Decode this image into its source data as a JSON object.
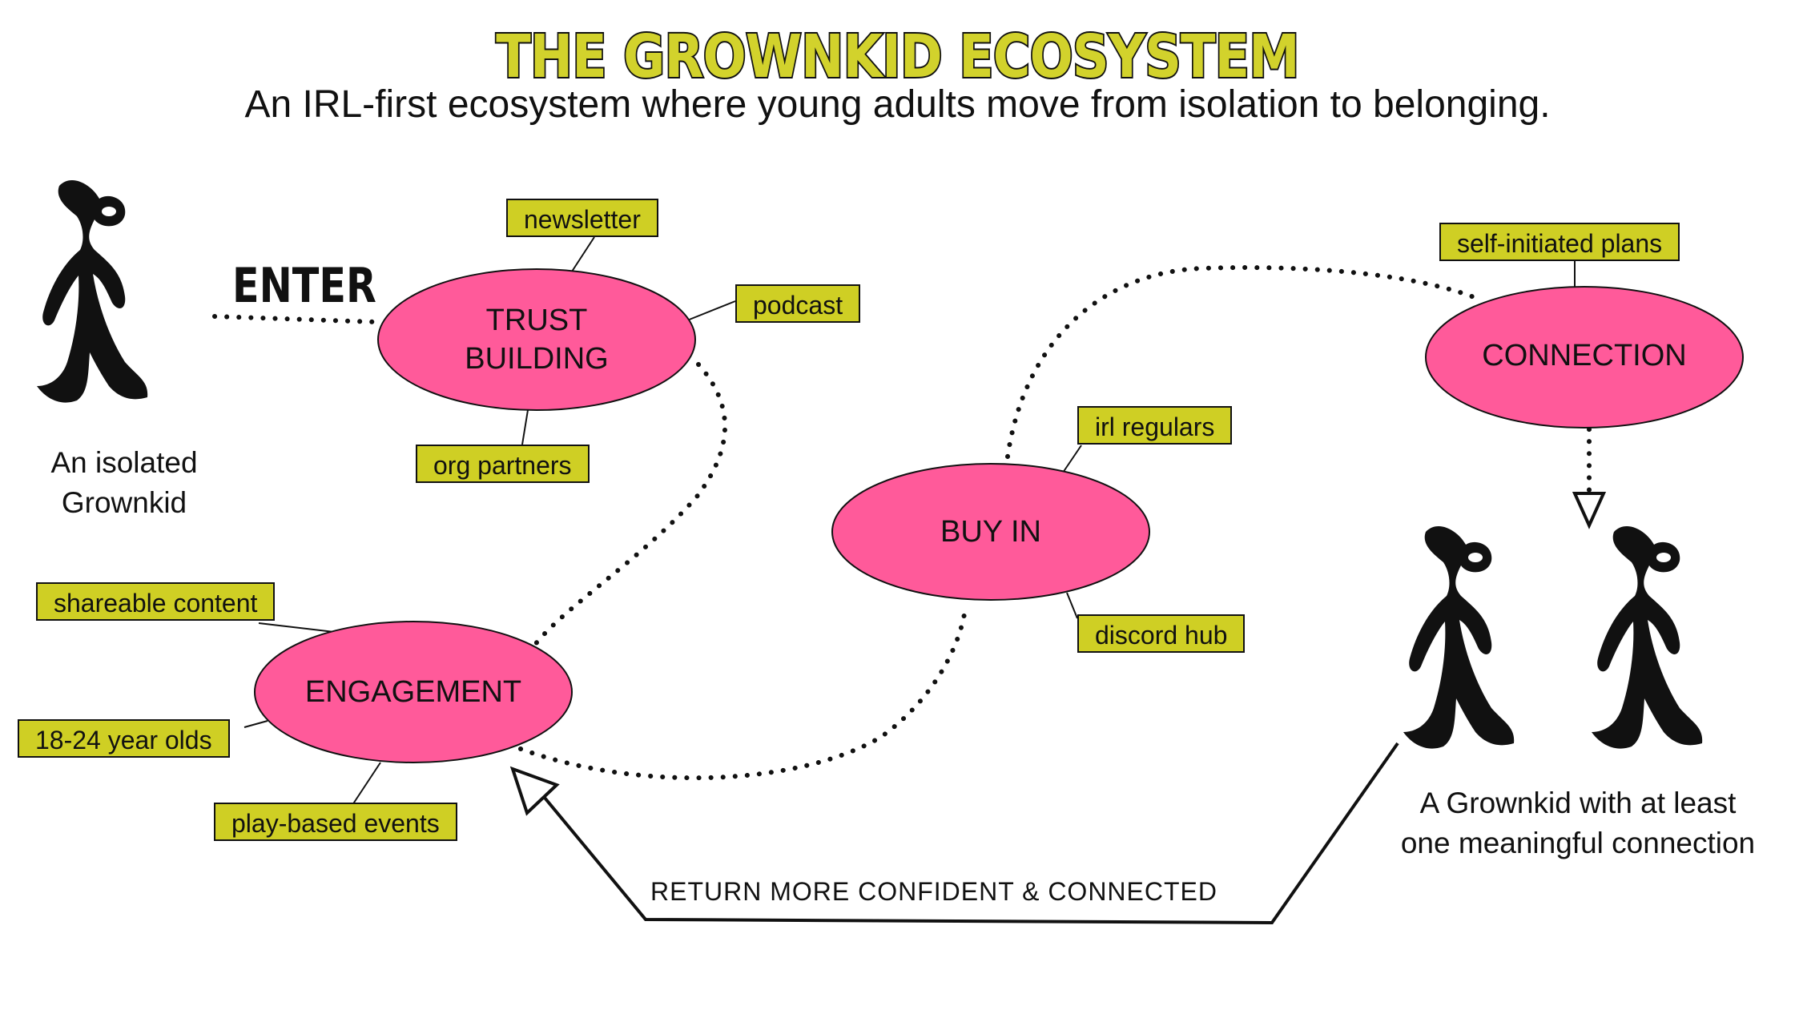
{
  "title": "THE GROWNKID ECOSYSTEM",
  "subtitle": "An IRL-first ecosystem where young adults move from isolation to belonging.",
  "enter_label": "ENTER",
  "start_caption": [
    "An isolated",
    "Grownkid"
  ],
  "end_caption": [
    "A Grownkid with at least",
    "one meaningful connection"
  ],
  "return_label": "RETURN MORE CONFIDENT & CONNECTED",
  "nodes": {
    "trust": [
      "TRUST",
      "BUILDING"
    ],
    "engagement": "ENGAGEMENT",
    "buyin": "BUY IN",
    "connection": "CONNECTION"
  },
  "tags": {
    "newsletter": "newsletter",
    "podcast": "podcast",
    "org_partners": "org partners",
    "shareable_content": "shareable content",
    "age": "18-24 year olds",
    "play_events": "play-based events",
    "irl_regulars": "irl regulars",
    "discord_hub": "discord hub",
    "self_plans": "self-initiated plans"
  },
  "colors": {
    "node_fill": "#ff5a9a",
    "tag_fill": "#cfcf24",
    "title_fill": "#d2d22c",
    "ink": "#111111"
  },
  "icons": [
    "grownkid-figure-icon",
    "arrowhead-icon"
  ]
}
